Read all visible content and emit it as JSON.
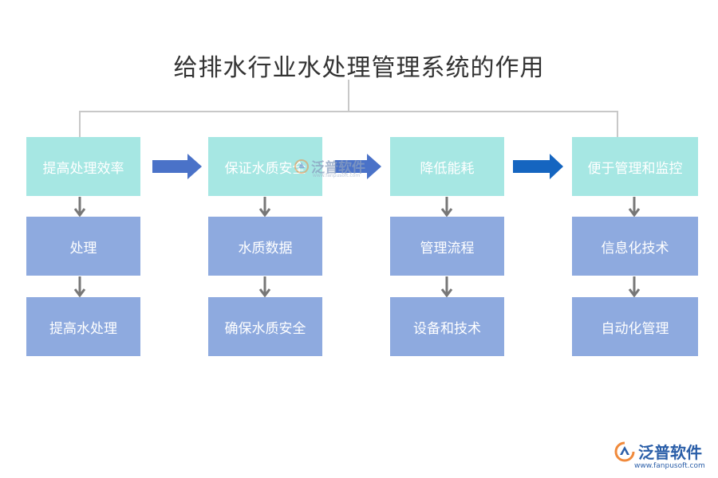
{
  "title": "给排水行业水处理管理系统的作用",
  "columns": [
    {
      "top": "提高处理效率",
      "mid": "处理",
      "bot": "提高水处理"
    },
    {
      "top": "保证水质安全",
      "mid": "水质数据",
      "bot": "确保水质安全"
    },
    {
      "top": "降低能耗",
      "mid": "管理流程",
      "bot": "设备和技术"
    },
    {
      "top": "便于管理和监控",
      "mid": "信息化技术",
      "bot": "自动化管理"
    }
  ],
  "watermark": {
    "text": "泛普软件",
    "sub": "www.fanpusoft.com"
  },
  "logo": {
    "text": "泛普软件",
    "url": "www.fanpusoft.com"
  },
  "colors": {
    "top_box": "#a6e7e3",
    "sub_box": "#8eaadf",
    "arrow_light": "#4a72c8",
    "arrow_dark": "#1565c0",
    "connector": "#c8c8c8",
    "down_arrow": "#777777"
  }
}
